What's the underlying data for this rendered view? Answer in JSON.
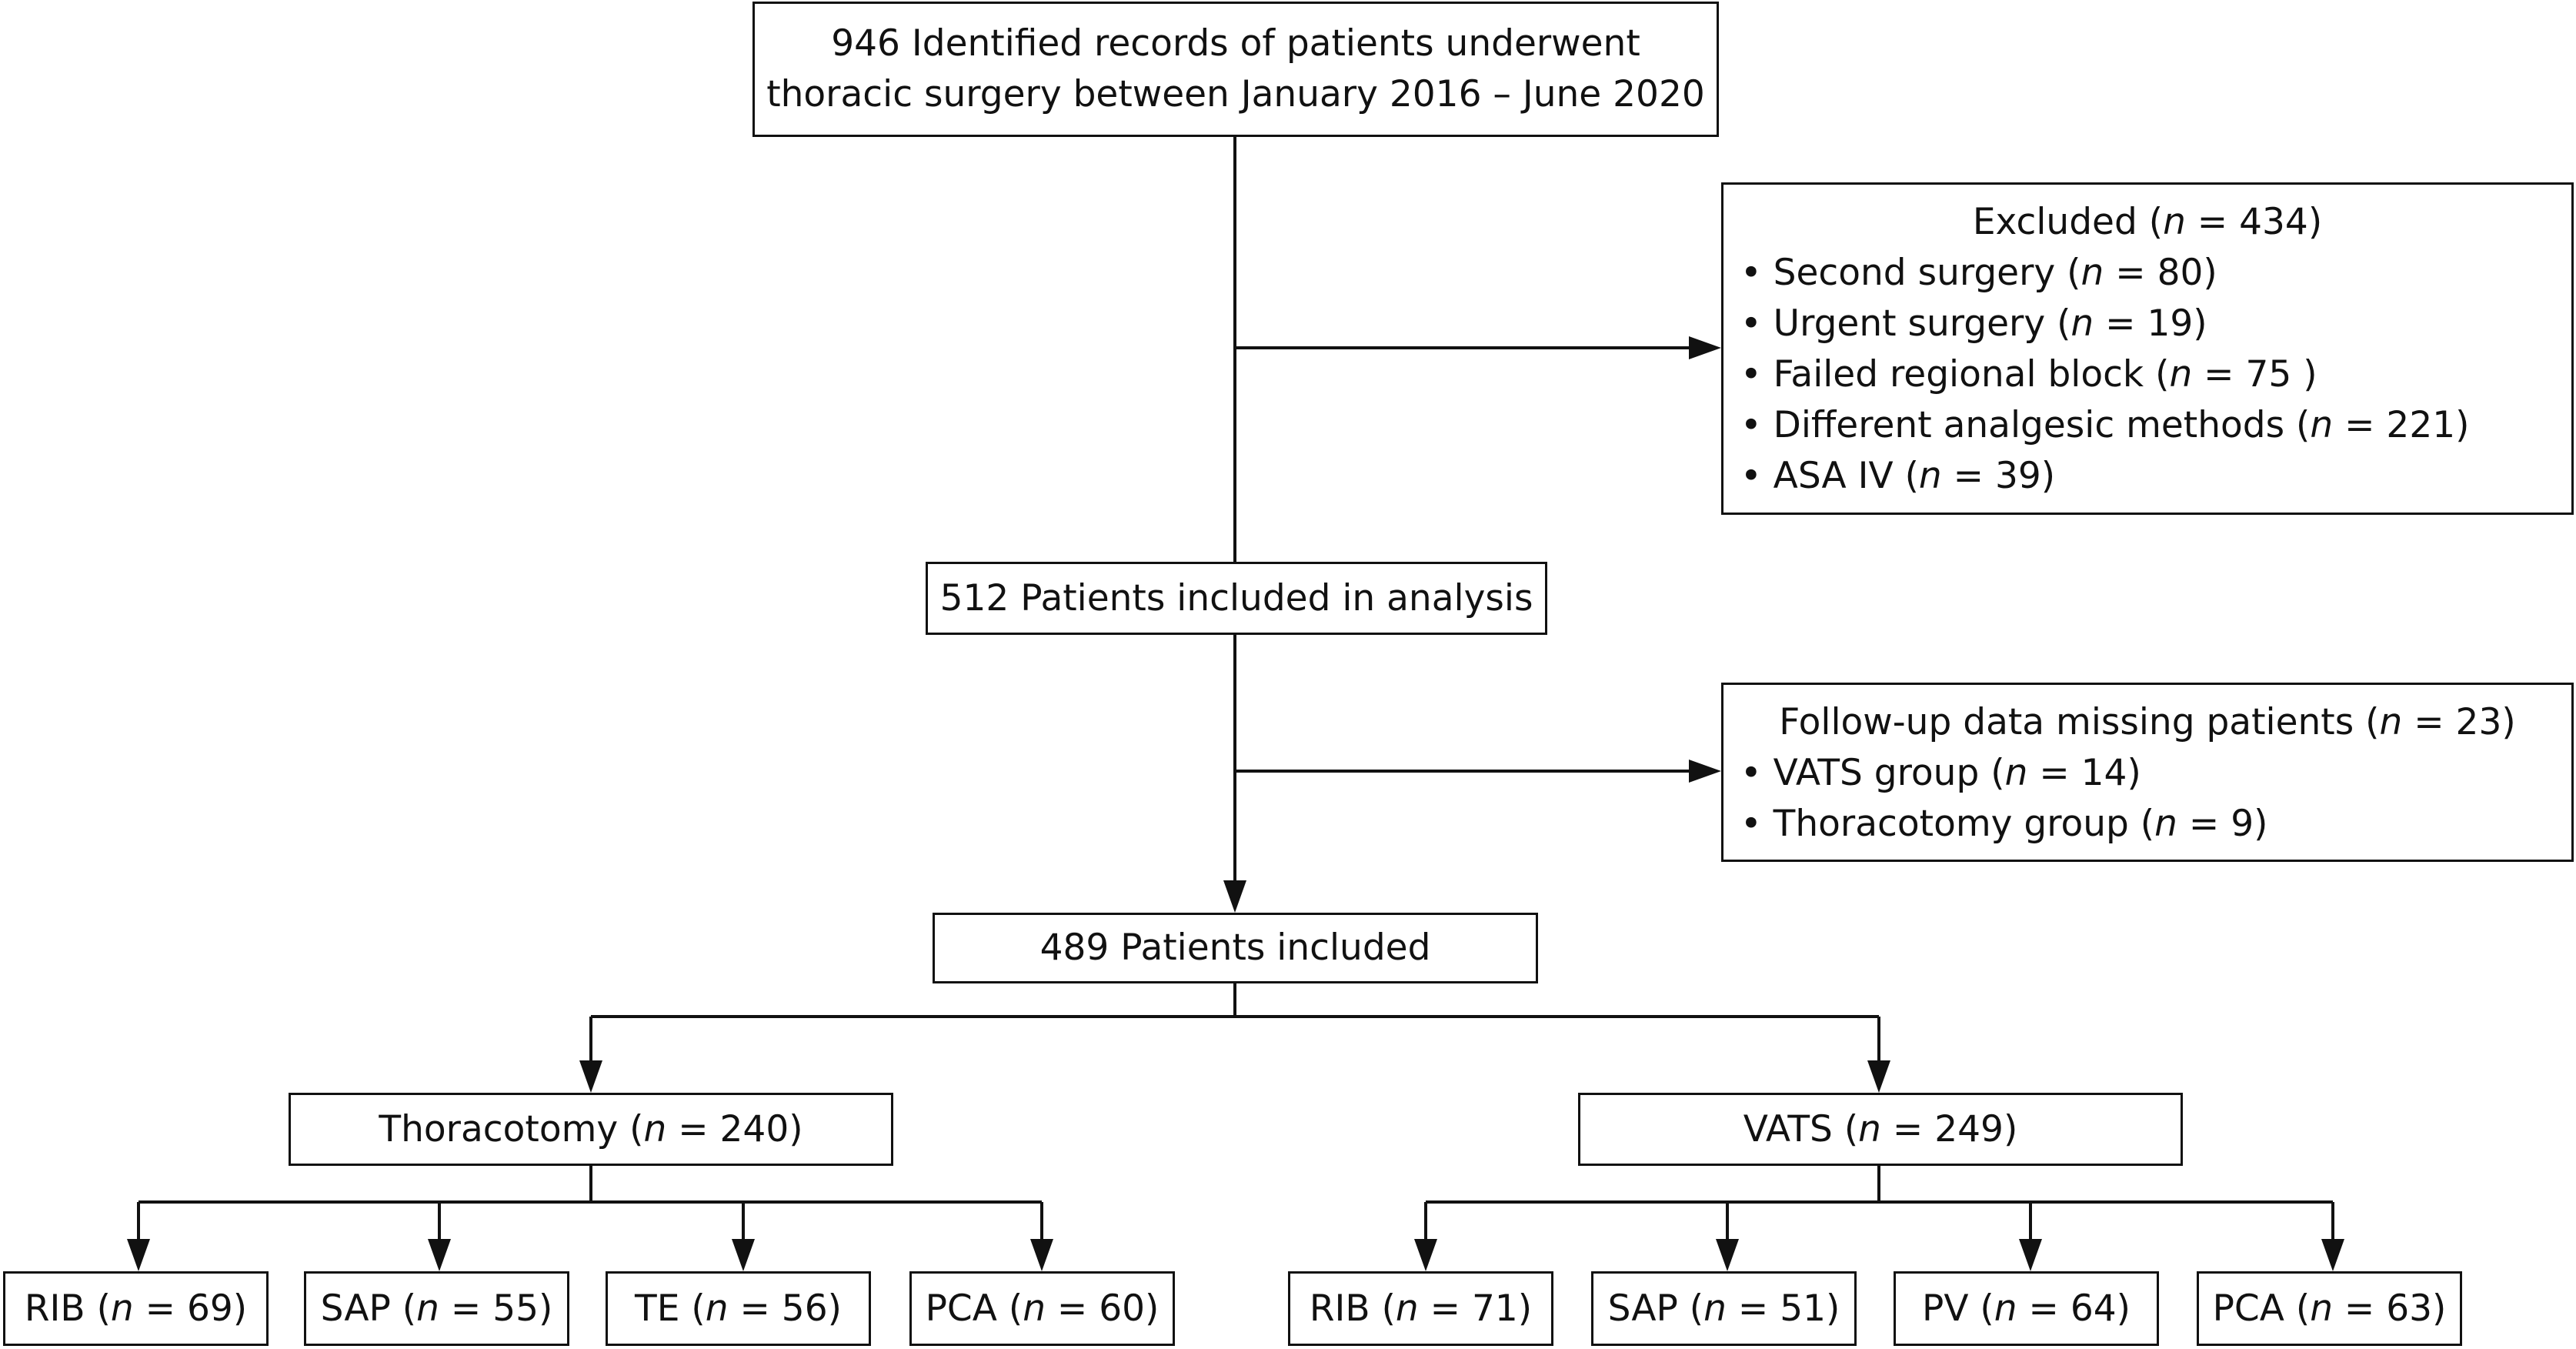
{
  "flow": {
    "identified": {
      "line1": "946 Identified records of patients underwent",
      "line2": "thoracic surgery between January 2016 – June 2020"
    },
    "excluded": {
      "title_pre": "Excluded (",
      "n_label": "n",
      "title_post": " = 434)",
      "items": [
        {
          "pre": "Second surgery (",
          "n": "n",
          "post": " = 80)"
        },
        {
          "pre": "Urgent surgery (",
          "n": "n",
          "post": " = 19)"
        },
        {
          "pre": "Failed regional block (",
          "n": "n",
          "post": " = 75 )"
        },
        {
          "pre": "Different analgesic methods (",
          "n": "n",
          "post": " = 221)"
        },
        {
          "pre": "ASA IV (",
          "n": "n",
          "post": " = 39)"
        }
      ]
    },
    "analysis": {
      "text": "512 Patients included in analysis"
    },
    "missing": {
      "title_pre": "Follow-up data missing patients (",
      "n_label": "n",
      "title_post": " = 23)",
      "items": [
        {
          "pre": "VATS group (",
          "n": "n",
          "post": " = 14)"
        },
        {
          "pre": "Thoracotomy group (",
          "n": "n",
          "post": " = 9)"
        }
      ]
    },
    "included": {
      "text": "489 Patients included"
    },
    "thoracotomy": {
      "pre": "Thoracotomy (",
      "n": "n",
      "post": " = 240)",
      "subgroups": [
        {
          "pre": "RIB (",
          "n": "n",
          "post": " = 69)"
        },
        {
          "pre": "SAP (",
          "n": "n",
          "post": " = 55)"
        },
        {
          "pre": "TE (",
          "n": "n",
          "post": " = 56)"
        },
        {
          "pre": "PCA (",
          "n": "n",
          "post": " = 60)"
        }
      ]
    },
    "vats": {
      "pre": "VATS (",
      "n": "n",
      "post": " = 249)",
      "subgroups": [
        {
          "pre": "RIB (",
          "n": "n",
          "post": " = 71)"
        },
        {
          "pre": "SAP (",
          "n": "n",
          "post": " = 51)"
        },
        {
          "pre": "PV (",
          "n": "n",
          "post": " = 64)"
        },
        {
          "pre": "PCA (",
          "n": "n",
          "post": " = 63)"
        }
      ]
    }
  }
}
